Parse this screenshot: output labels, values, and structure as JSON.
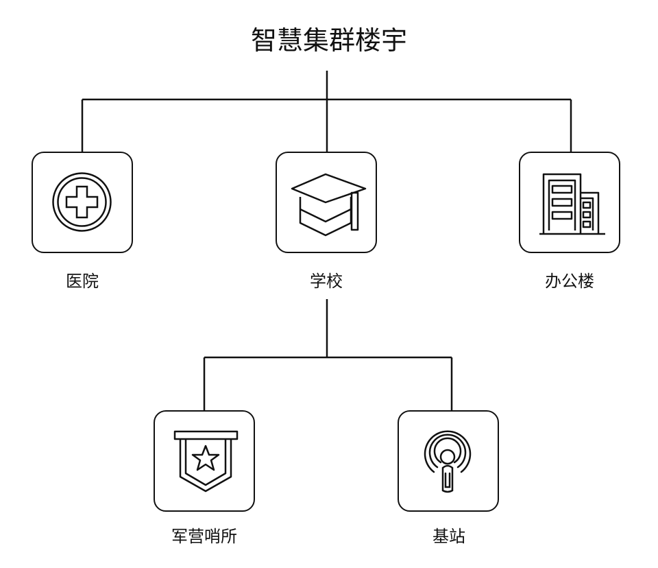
{
  "title": "智慧集群楼宇",
  "nodes": [
    {
      "label": "医院",
      "icon": "hospital-cross-icon"
    },
    {
      "label": "学校",
      "icon": "graduation-cap-icon"
    },
    {
      "label": "办公楼",
      "icon": "office-building-icon"
    },
    {
      "label": "军营哨所",
      "icon": "military-badge-icon"
    },
    {
      "label": "基站",
      "icon": "signal-tower-icon"
    }
  ],
  "colors": {
    "stroke": "#111111",
    "background": "#ffffff"
  }
}
